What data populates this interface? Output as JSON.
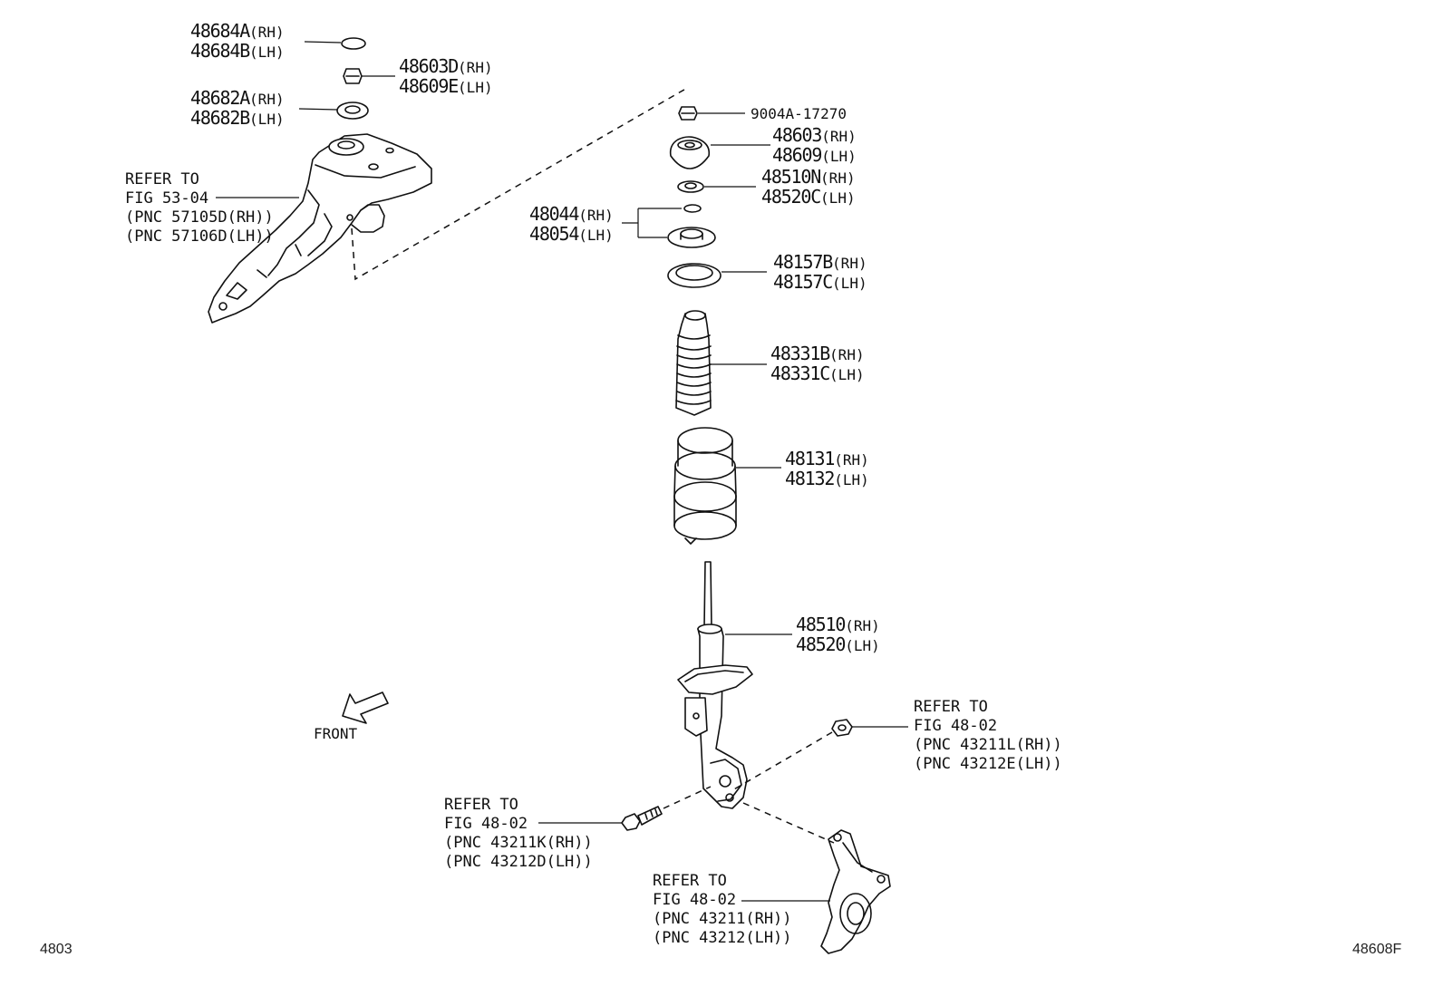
{
  "parts": {
    "p48684": {
      "rh": "48684A",
      "lh": "48684B",
      "rh_side": "(RH)",
      "lh_side": "(LH)"
    },
    "p48603d": {
      "rh": "48603D",
      "lh": "48609E",
      "rh_side": "(RH)",
      "lh_side": "(LH)"
    },
    "p48682": {
      "rh": "48682A",
      "lh": "48682B",
      "rh_side": "(RH)",
      "lh_side": "(LH)"
    },
    "p9004a": {
      "num": "9004A-17270"
    },
    "p48603": {
      "rh": "48603",
      "lh": "48609",
      "rh_side": "(RH)",
      "lh_side": "(LH)"
    },
    "p48510n": {
      "rh": "48510N",
      "lh": "48520C",
      "rh_side": "(RH)",
      "lh_side": "(LH)"
    },
    "p48044": {
      "rh": "48044",
      "lh": "48054",
      "rh_side": "(RH)",
      "lh_side": "(LH)"
    },
    "p48157": {
      "rh": "48157B",
      "lh": "48157C",
      "rh_side": "(RH)",
      "lh_side": "(LH)"
    },
    "p48331": {
      "rh": "48331B",
      "lh": "48331C",
      "rh_side": "(RH)",
      "lh_side": "(LH)"
    },
    "p48131": {
      "rh": "48131",
      "lh": "48132",
      "rh_side": "(RH)",
      "lh_side": "(LH)"
    },
    "p48510": {
      "rh": "48510",
      "lh": "48520",
      "rh_side": "(RH)",
      "lh_side": "(LH)"
    }
  },
  "refs": {
    "apron": {
      "l1": "REFER TO",
      "l2": "FIG 53-04",
      "l3": "(PNC 57105D(RH))",
      "l4": "(PNC 57106D(LH))"
    },
    "nut": {
      "l1": "REFER TO",
      "l2": "FIG 48-02",
      "l3": "(PNC 43211L(RH))",
      "l4": "(PNC 43212E(LH))"
    },
    "bolt": {
      "l1": "REFER TO",
      "l2": "FIG 48-02",
      "l3": "(PNC 43211K(RH))",
      "l4": "(PNC 43212D(LH))"
    },
    "knuckle": {
      "l1": "REFER TO",
      "l2": "FIG 48-02",
      "l3": "(PNC 43211(RH))",
      "l4": "(PNC 43212(LH))"
    }
  },
  "front_label": "FRONT",
  "corner_left": "4803",
  "corner_right": "48608F"
}
